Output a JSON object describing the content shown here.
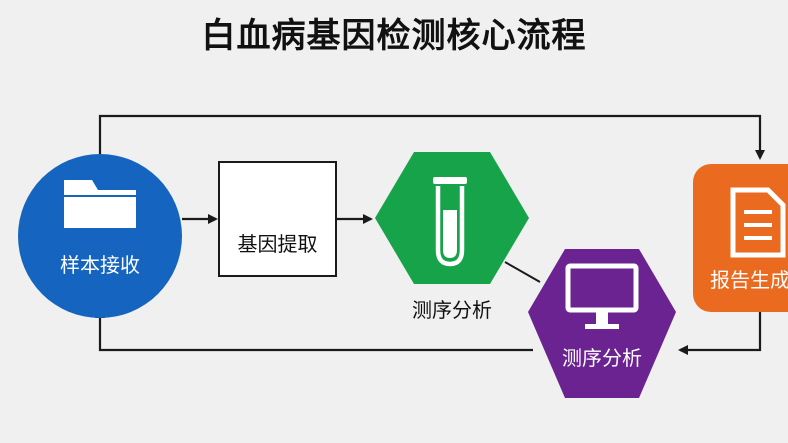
{
  "title": "白血病基因检测核心流程",
  "colors": {
    "background": "#f0f0f0",
    "sample_node": "#1565c0",
    "sequencing_node": "#17a34a",
    "analysis_node": "#6a2390",
    "report_node": "#ea6a1f",
    "arrow": "#1a1a1a"
  },
  "nodes": [
    {
      "id": "sample",
      "label": "样本接收",
      "icon": "folder-icon"
    },
    {
      "id": "extract",
      "label": "基因提取"
    },
    {
      "id": "sequencing",
      "label": "测序分析",
      "icon": "test-tube-icon"
    },
    {
      "id": "analysis",
      "label": "测序分析",
      "icon": "monitor-icon"
    },
    {
      "id": "report",
      "label": "报告生成",
      "icon": "document-icon"
    }
  ]
}
